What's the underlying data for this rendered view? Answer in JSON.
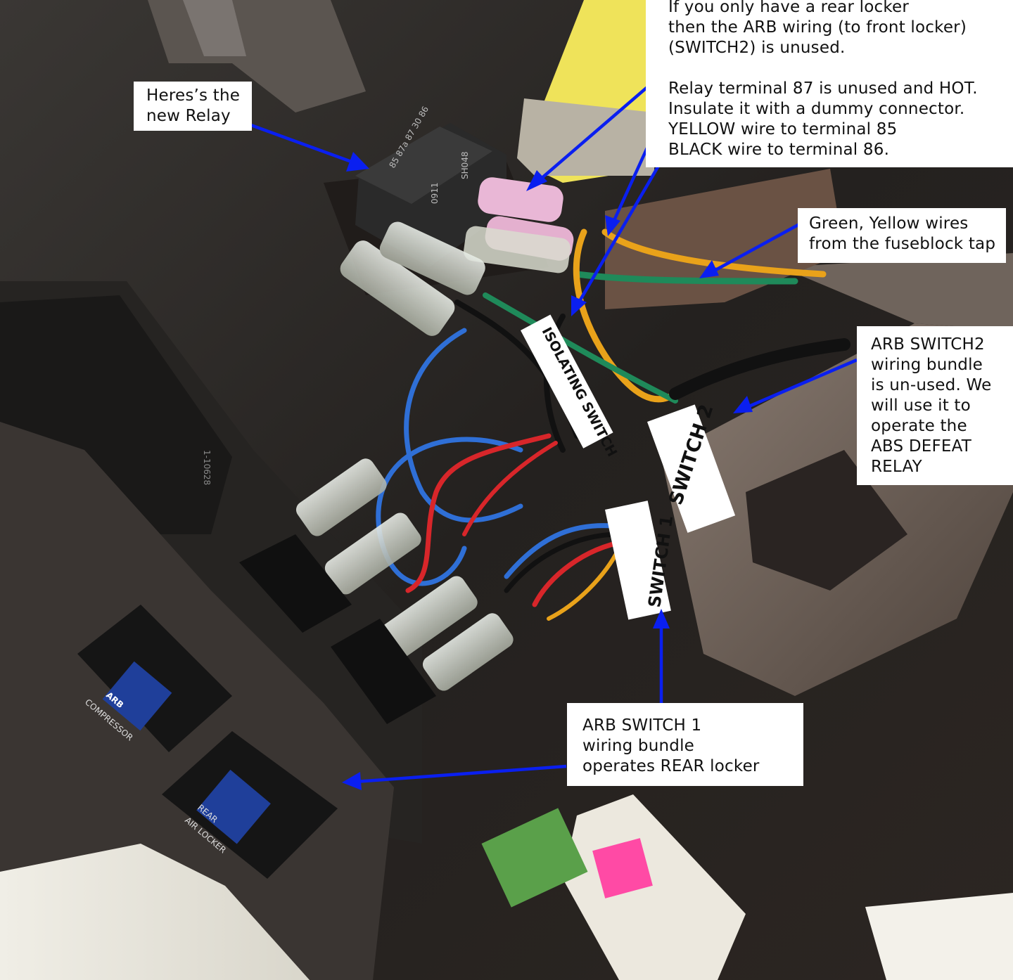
{
  "annotations": {
    "front_locker_note": "If you only have a rear locker\nthen the ARB wiring (to front locker)\n(SWITCH2) is unused.\n\nRelay terminal 87 is unused and HOT.\nInsulate it with a dummy connector.\nYELLOW wire to terminal 85\nBLACK wire to terminal 86.",
    "relay_note": "Heres’s the\nnew Relay",
    "fuseblock_note": "Green, Yellow wires\nfrom the fuseblock tap",
    "switch2_note": "ARB SWITCH2\nwiring bundle\nis un-used.  We\nwill use it to\noperate the\nABS DEFEAT\nRELAY",
    "switch1_note": "ARB SWITCH 1\nwiring bundle\noperates REAR locker"
  },
  "wire_labels": {
    "isolating": "ISOLATING SWITCH",
    "switch2": "SWITCH 2",
    "switch1": "SWITCH 1"
  },
  "photo_text": {
    "relay_print": "85 87a 87 30 86",
    "relay_code": "SH048",
    "relay_num": "0911",
    "connector_code": "1-10628",
    "compressor_brand": "ARB",
    "compressor_label": "COMPRESSOR",
    "locker_label_1": "REAR",
    "locker_label_2": "AIR LOCKER"
  },
  "colors": {
    "arrow": "#0a1ff0",
    "wire_yellow": "#e9a21a",
    "wire_green": "#1f8a5a",
    "wire_blue": "#2f6fd6",
    "wire_red": "#d8262a",
    "wire_black": "#111111"
  }
}
